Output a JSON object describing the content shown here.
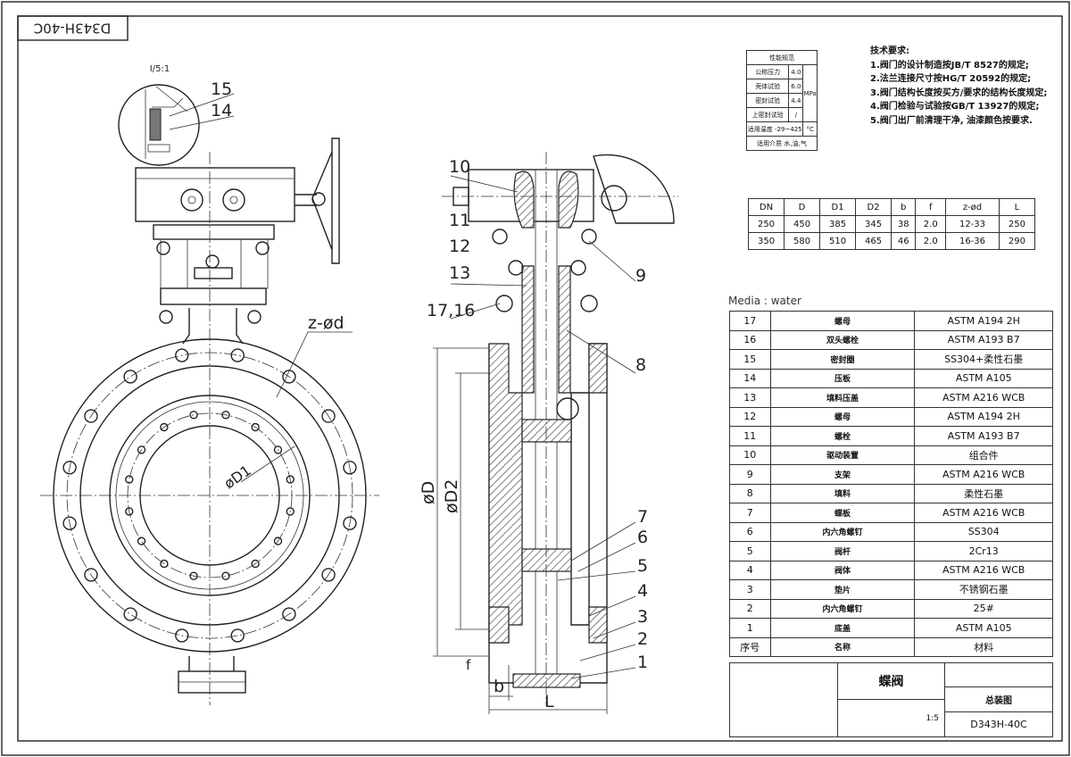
{
  "drawing_code_rotated": "D343H-40C",
  "detail": {
    "label": "I/5:1",
    "callouts": [
      "15",
      "14"
    ]
  },
  "front_view": {
    "bolt_label": "z-ød",
    "bore_label": "øD1"
  },
  "side_view": {
    "callouts": [
      "10",
      "11",
      "12",
      "13",
      "17,16",
      "9",
      "8",
      "7",
      "6",
      "5",
      "4",
      "3",
      "2",
      "1"
    ],
    "dims": {
      "D": "øD",
      "D2": "øD2",
      "b": "b",
      "f": "f",
      "L": "L"
    }
  },
  "spec_table": {
    "header": "性能规范",
    "rows": [
      [
        "公称压力",
        "4.0",
        "MPa"
      ],
      [
        "壳体试验",
        "6.0",
        ""
      ],
      [
        "密封试验",
        "4.4",
        ""
      ],
      [
        "上密封试验",
        "/",
        ""
      ],
      [
        "适用温度 -29~425",
        "°C"
      ],
      [
        "适用介质 水,油,气"
      ]
    ]
  },
  "tech_requirements": {
    "title": "技术要求:",
    "items": [
      "1.阀门的设计制造按JB/T 8527的规定;",
      "2.法兰连接尺寸按HG/T 20592的规定;",
      "3.阀门结构长度按买方/要求的结构长度规定;",
      "4.阀门检验与试验按GB/T 13927的规定;",
      "5.阀门出厂前清理干净, 油漆颜色按要求."
    ]
  },
  "dim_table": {
    "headers": [
      "DN",
      "D",
      "D1",
      "D2",
      "b",
      "f",
      "z-ød",
      "L"
    ],
    "rows": [
      [
        "250",
        "450",
        "385",
        "345",
        "38",
        "2.0",
        "12-33",
        "250"
      ],
      [
        "350",
        "580",
        "510",
        "465",
        "46",
        "2.0",
        "16-36",
        "290"
      ]
    ]
  },
  "media": "Media : water",
  "parts": [
    [
      "17",
      "螺母",
      "ASTM A194 2H"
    ],
    [
      "16",
      "双头螺栓",
      "ASTM A193 B7"
    ],
    [
      "15",
      "密封圈",
      "SS304+柔性石墨"
    ],
    [
      "14",
      "压板",
      "ASTM A105"
    ],
    [
      "13",
      "填料压盖",
      "ASTM A216 WCB"
    ],
    [
      "12",
      "螺母",
      "ASTM A194 2H"
    ],
    [
      "11",
      "螺栓",
      "ASTM A193 B7"
    ],
    [
      "10",
      "驱动装置",
      "组合件"
    ],
    [
      "9",
      "支架",
      "ASTM A216 WCB"
    ],
    [
      "8",
      "填料",
      "柔性石墨"
    ],
    [
      "7",
      "蝶板",
      "ASTM A216 WCB"
    ],
    [
      "6",
      "内六角螺钉",
      "SS304"
    ],
    [
      "5",
      "阀杆",
      "2Cr13"
    ],
    [
      "4",
      "阀体",
      "ASTM A216 WCB"
    ],
    [
      "3",
      "垫片",
      "不锈钢石墨"
    ],
    [
      "2",
      "内六角螺钉",
      "25#"
    ],
    [
      "1",
      "底盖",
      "ASTM A105"
    ],
    [
      "序号",
      "名称",
      "材料"
    ]
  ],
  "title_block": {
    "name": "蝶阀",
    "drawing_type": "总装图",
    "code": "D343H-40C",
    "scale": "1:5"
  }
}
